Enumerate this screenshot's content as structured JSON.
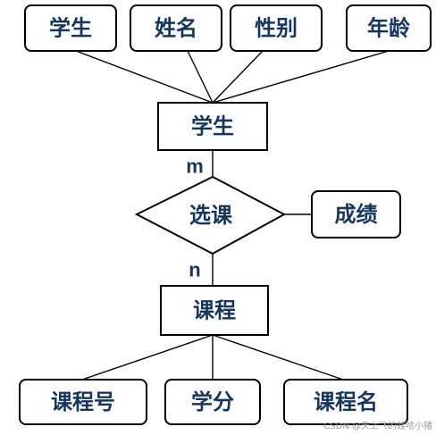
{
  "diagram": {
    "top_attributes": [
      "学生",
      "姓名",
      "性别",
      "年龄"
    ],
    "entity_student": "学生",
    "cardinality_top": "m",
    "relationship": "选课",
    "relationship_attribute": "成绩",
    "cardinality_bottom": "n",
    "entity_course": "课程",
    "bottom_attributes": [
      "课程号",
      "学分",
      "课程名"
    ],
    "watermark": "CSDN @天上飞的蛙哈小猪"
  },
  "colors": {
    "text": "#16365c",
    "stroke": "#000000",
    "background": "#ffffff"
  }
}
